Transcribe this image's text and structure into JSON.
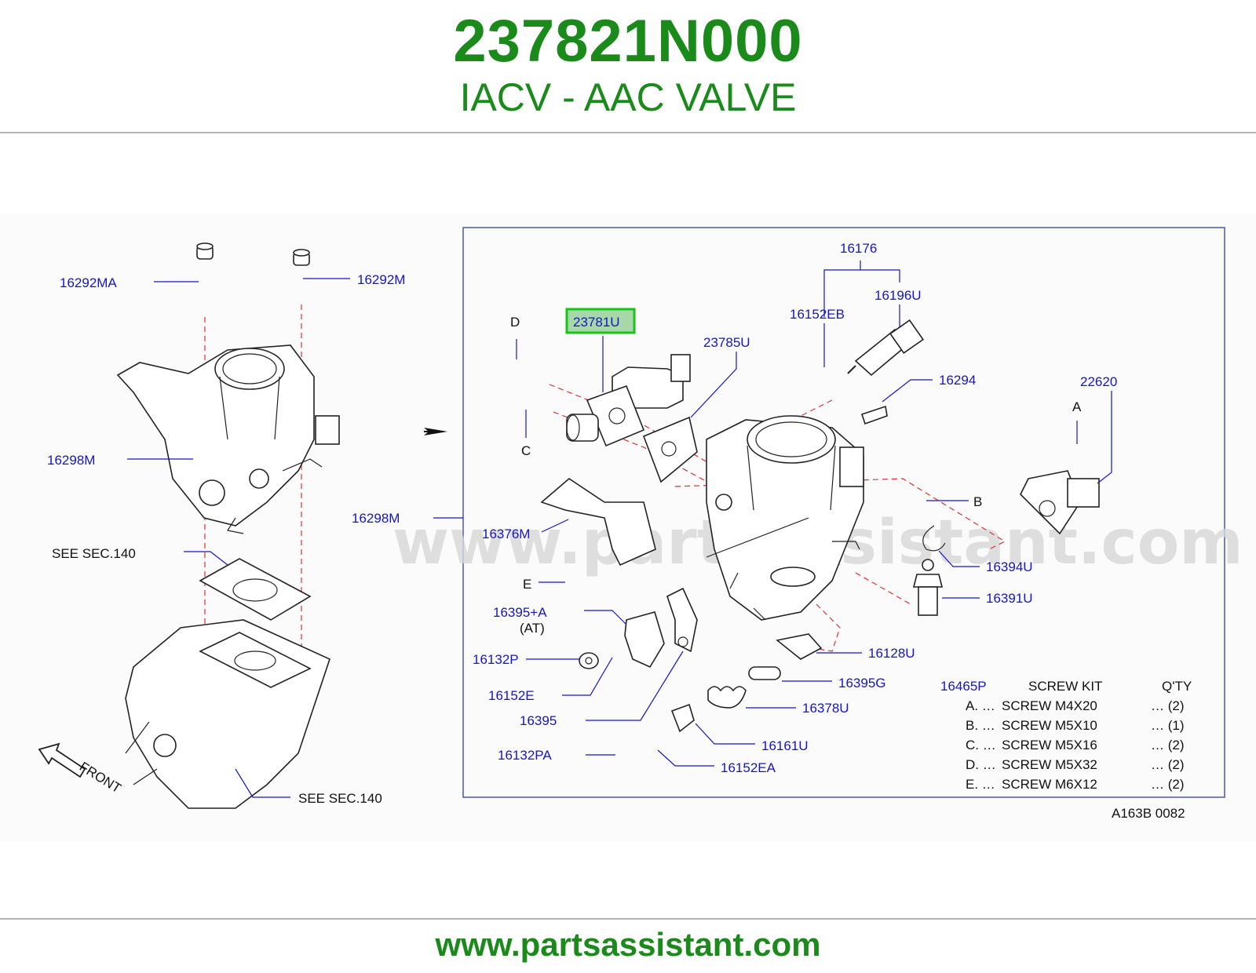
{
  "header": {
    "part_number": "237821N000",
    "part_name": "IACV - AAC VALVE"
  },
  "footer": {
    "url": "www.partsassistant.com"
  },
  "watermark": "www.partsassistant.com",
  "colors": {
    "brand_green": "#1a8a1a",
    "label_blue": "#1515c8",
    "leader_red": "#e03030",
    "highlight": "#19c419"
  },
  "diagram": {
    "highlighted_part": "23781U",
    "labels": {
      "p16292MA": "16292MA",
      "p16292M": "16292M",
      "p16298M_left": "16298M",
      "see_sec_140_top": "SEE    SEC.140",
      "see_sec_140_bottom": "SEE    SEC.140",
      "front": "FRONT",
      "p16298M_right": "16298M",
      "d": "D",
      "c": "C",
      "e": "E",
      "a": "A",
      "b": "B",
      "p23781U": "23781U",
      "p23785U": "23785U",
      "p16176": "16176",
      "p16196U": "16196U",
      "p16152EB": "16152EB",
      "p16294": "16294",
      "p22620": "22620",
      "p16376M": "16376M",
      "p16394U": "16394U",
      "p16391U": "16391U",
      "p16395A": "16395+A",
      "at": "(AT)",
      "p16132P": "16132P",
      "p16152E": "16152E",
      "p16395": "16395",
      "p16132PA": "16132PA",
      "p16128U": "16128U",
      "p16395G": "16395G",
      "p16378U": "16378U",
      "p16161U": "16161U",
      "p16152EA": "16152EA",
      "p16465P": "16465P",
      "drawing_code": "A163B   0082"
    },
    "screw_kit": {
      "headers": [
        "SCREW   KIT",
        "Q'TY"
      ],
      "rows": [
        {
          "letter": "A. …",
          "screw": "SCREW   M4X20",
          "qty": "… (2)"
        },
        {
          "letter": "B. …",
          "screw": "SCREW   M5X10",
          "qty": "… (1)"
        },
        {
          "letter": "C. …",
          "screw": "SCREW   M5X16",
          "qty": "… (2)"
        },
        {
          "letter": "D. …",
          "screw": "SCREW   M5X32",
          "qty": "… (2)"
        },
        {
          "letter": "E. …",
          "screw": "SCREW   M6X12",
          "qty": "… (2)"
        }
      ]
    }
  }
}
